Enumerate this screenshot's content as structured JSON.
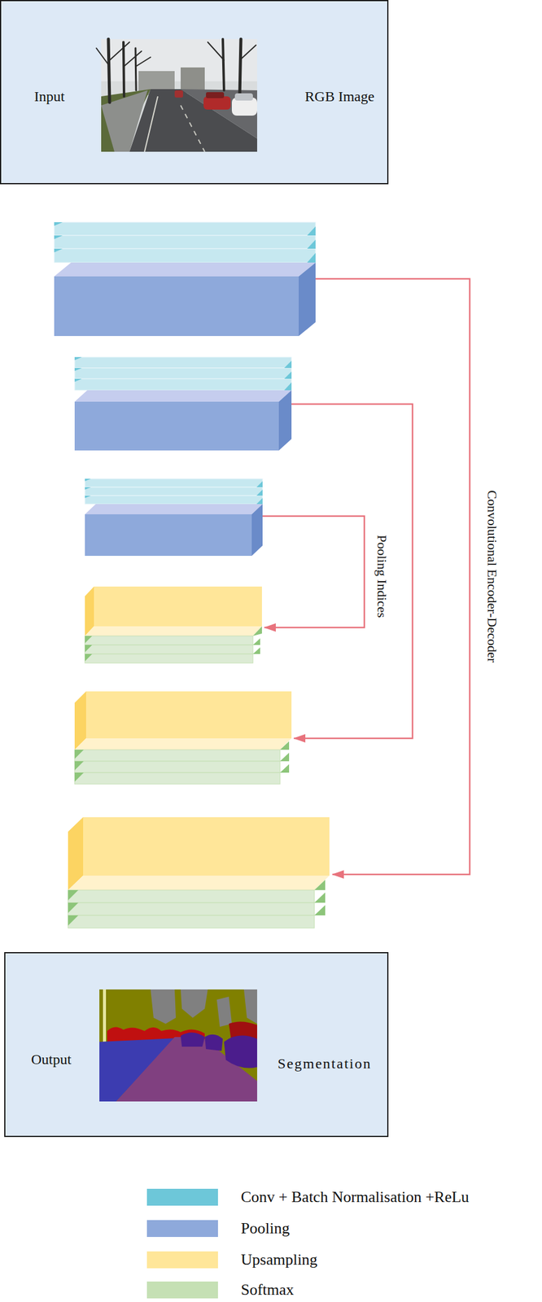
{
  "diagram": {
    "nodes": [
      {
        "text": [
          "Input",
          "RGB Image"
        ]
      },
      {
        "text": [
          "Output",
          "Segmentation"
        ]
      }
    ],
    "labels": [
      "Pooling Indices",
      "Convolutional Encoder-Decoder"
    ],
    "legend": [
      {
        "text": "Conv + Batch Normalisation +ReLu",
        "color": "#6dc7d9"
      },
      {
        "text": "Pooling",
        "color": "#8ea9db"
      },
      {
        "text": "Upsampling",
        "color": "#ffe699"
      },
      {
        "text": "Softmax",
        "color": "#c5e0b4"
      }
    ]
  }
}
